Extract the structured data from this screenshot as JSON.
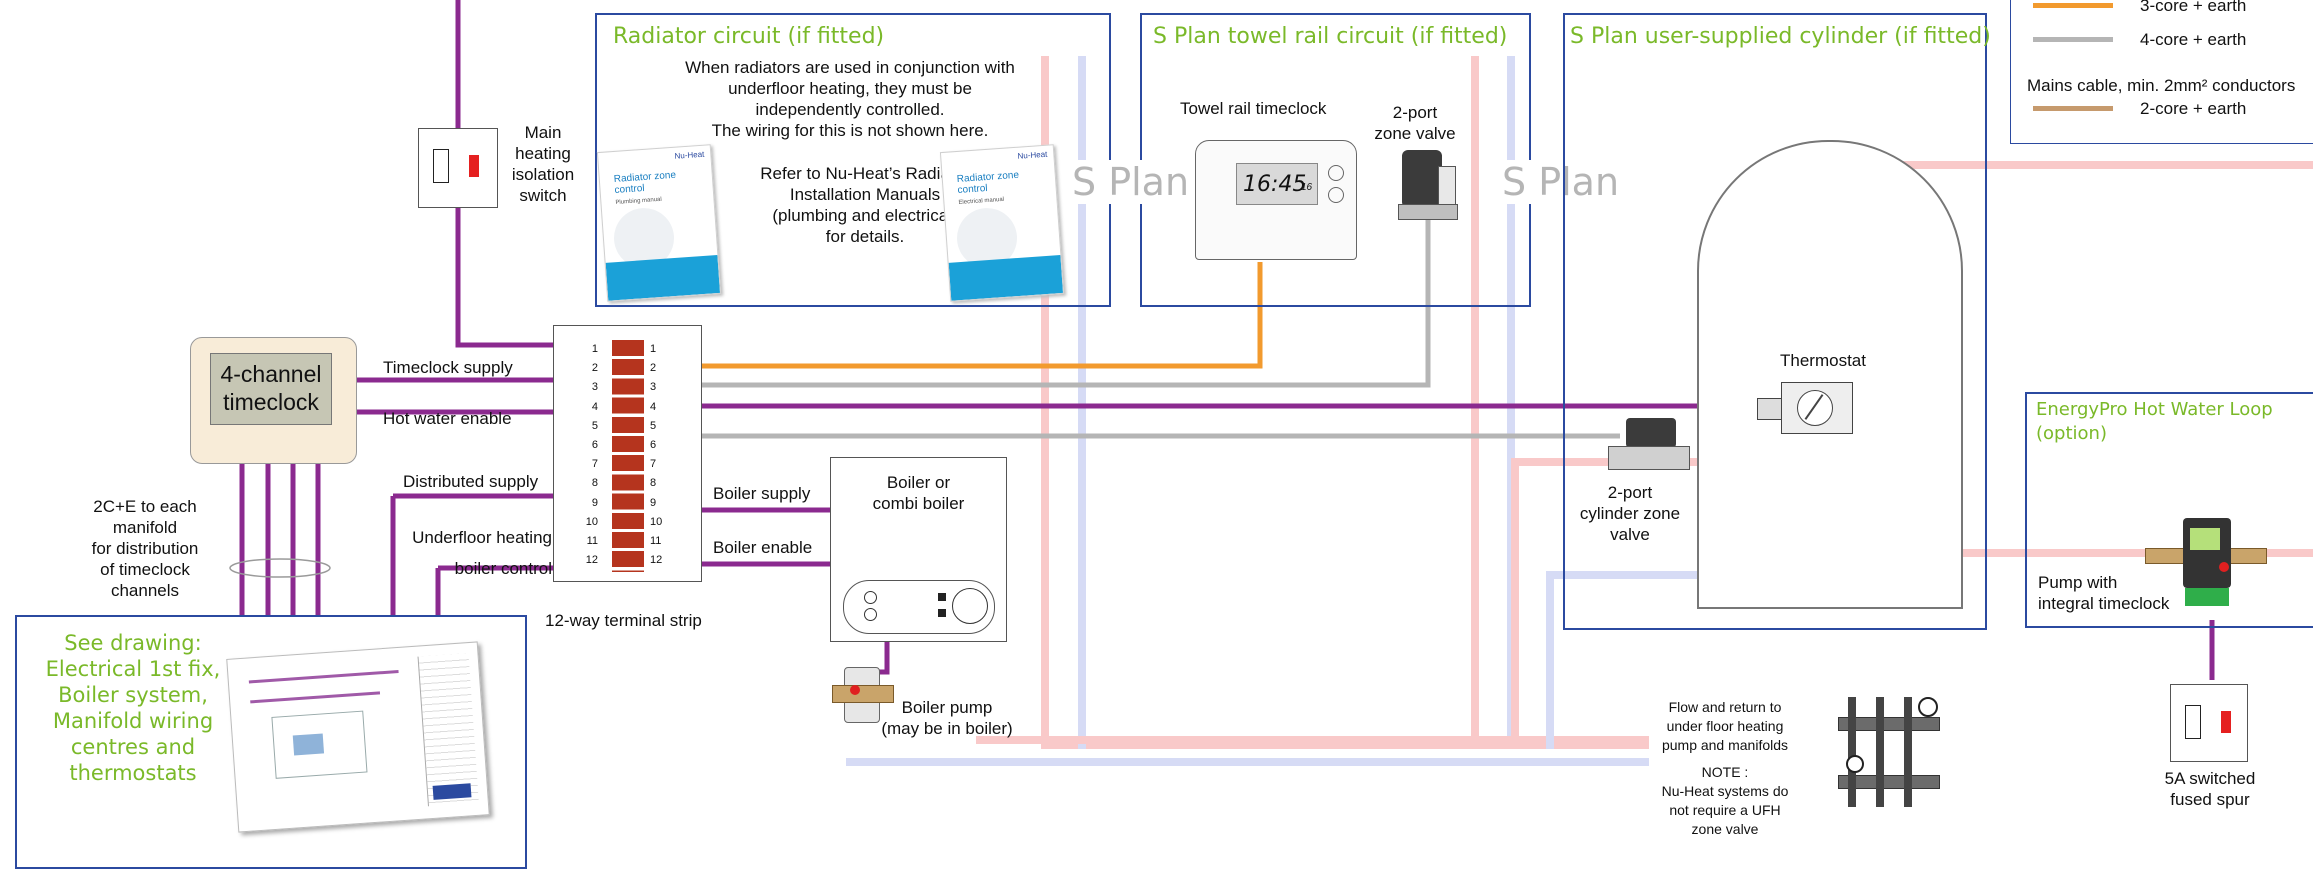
{
  "legend": {
    "items": [
      {
        "label": "3-core + earth",
        "color": "#f29a2e"
      },
      {
        "label": "4-core + earth",
        "color": "#b5b5b5"
      },
      {
        "label": "2-core + earth",
        "color": "#c69a6d"
      }
    ],
    "mains_heading": "Mains cable, min. 2mm² conductors"
  },
  "radiator": {
    "title": "Radiator circuit (if fitted)",
    "note_top": [
      "When radiators are used in conjunction with",
      "underfloor heating, they must be",
      "independently controlled.",
      "The wiring for this is not shown here."
    ],
    "note_bottom": [
      "Refer to Nu-Heat’s Radiator",
      "Installation Manuals",
      "(plumbing and electrical)",
      "for details."
    ],
    "manual_left": {
      "brand": "Nu-Heat",
      "title": "Radiator zone control",
      "sub": "Plumbing manual"
    },
    "manual_right": {
      "brand": "Nu-Heat",
      "title": "Radiator zone control",
      "sub": "Electrical manual"
    }
  },
  "towel": {
    "title": "S Plan towel rail circuit (if fitted)",
    "timeclock_label": "Towel rail timeclock",
    "time": "16:45",
    "time_small": "16",
    "valve_label": [
      "2-port",
      "zone valve"
    ],
    "splan_text": "S Plan"
  },
  "cylinder": {
    "title": "S Plan user-supplied cylinder (if fitted)",
    "thermostat_label": "Thermostat",
    "valve_label": [
      "2-port",
      "cylinder zone",
      "valve"
    ]
  },
  "energypro": {
    "title": [
      "EnergyPro Hot Water Loop",
      "(option)"
    ],
    "pump_label": [
      "Pump with",
      "integral timeclock"
    ]
  },
  "isolation": {
    "label": [
      "Main",
      "heating",
      "isolation",
      "switch"
    ]
  },
  "timeclock": {
    "label": [
      "4-channel",
      "timeclock"
    ]
  },
  "wire_labels": {
    "timeclock_supply": "Timeclock supply",
    "hot_water_enable": "Hot water enable",
    "distributed_supply": "Distributed supply",
    "underfloor": [
      "Underfloor heating",
      "boiler control"
    ],
    "boiler_supply": "Boiler supply",
    "boiler_enable": "Boiler enable"
  },
  "manifold_note": [
    "2C+E to each",
    "manifold",
    "for distribution",
    "of timeclock",
    "channels"
  ],
  "terminal": {
    "label": "12-way terminal strip",
    "numbers": [
      "1",
      "2",
      "3",
      "4",
      "5",
      "6",
      "7",
      "8",
      "9",
      "10",
      "11",
      "12"
    ]
  },
  "boiler": {
    "label": [
      "Boiler or",
      "combi boiler"
    ],
    "pump_label": [
      "Boiler pump",
      "(may be in boiler)"
    ]
  },
  "see_drawing": {
    "text": [
      "See drawing:",
      "Electrical 1st fix,",
      "Boiler system,",
      "Manifold wiring",
      "centres and",
      "thermostats"
    ]
  },
  "flow_note": {
    "text": [
      "Flow and return to",
      "under floor heating",
      "pump and manifolds"
    ],
    "note": [
      "NOTE :",
      "Nu-Heat systems do",
      "not require a UFH",
      "zone valve"
    ]
  },
  "spur": {
    "label": [
      "5A switched",
      "fused spur"
    ]
  },
  "colors": {
    "wire_purple": "#8b2a8f",
    "wire_orange": "#f29a2e",
    "wire_grey": "#b5b5b5",
    "pipe_red": "#f9c9c9",
    "pipe_blue": "#d6dbf5",
    "panel_border": "#2b4aa0",
    "title_green": "#7ab929"
  }
}
